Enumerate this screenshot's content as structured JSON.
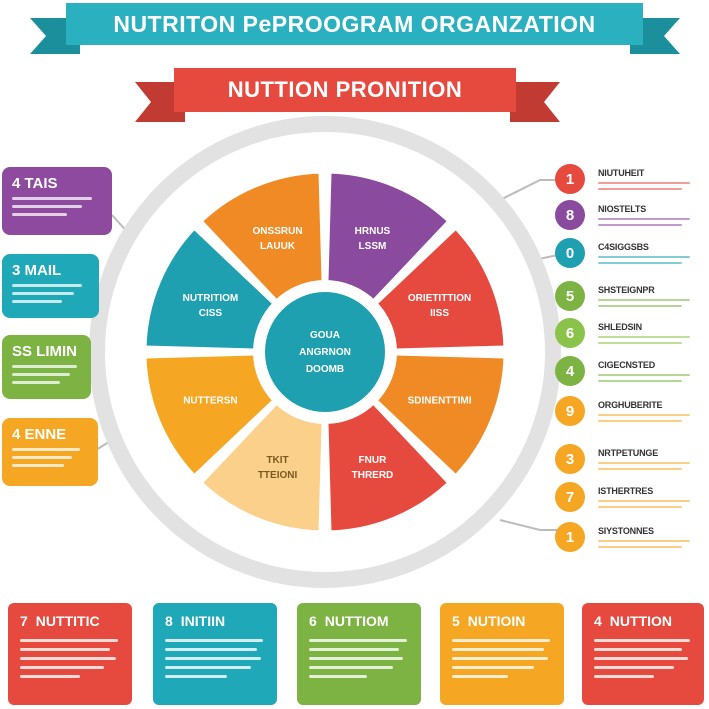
{
  "header": {
    "title": "NUTRITON PePROOGRAM ORGANZATION",
    "subtitle": "NUTTION PRONITION",
    "colors": {
      "title": "#2ab0bf",
      "subtitle": "#e64a3f"
    }
  },
  "wheel": {
    "center": [
      "GOUA",
      "ANGRNON",
      "DOOMB"
    ],
    "segments": [
      {
        "lines": [
          "ONSSRUN",
          "LAUUK"
        ],
        "color": "#f08a24"
      },
      {
        "lines": [
          "HRNUS",
          "LSSM"
        ],
        "color": "#8a4a9e"
      },
      {
        "lines": [
          "ORIETITTION",
          "IISS"
        ],
        "color": "#e64a3f"
      },
      {
        "lines": [
          "SDINENTTIMI"
        ],
        "color": "#f08a24"
      },
      {
        "lines": [
          "FNUR",
          "THRERD"
        ],
        "color": "#e64a3f"
      },
      {
        "lines": [
          "TKIT",
          "TTEIONI"
        ],
        "color": "#fbd08a"
      },
      {
        "lines": [
          "NUTTERSN"
        ],
        "color": "#f5a623"
      },
      {
        "lines": [
          "NUTRITIOM",
          "CISS"
        ],
        "color": "#1fa0b0"
      }
    ]
  },
  "left_boxes": [
    {
      "title": "4  TAIS",
      "color": "#8e4a9e"
    },
    {
      "title": "3  MAIL",
      "color": "#1fa8b8"
    },
    {
      "title": "SS LIMIN",
      "color": "#7cb342"
    },
    {
      "title": "4  ENNE",
      "color": "#f5a623"
    }
  ],
  "right_list": [
    {
      "num": "1",
      "label": "NIUTUHEIT",
      "color": "#e64a3f"
    },
    {
      "num": "8",
      "label": "NIOSTELTS",
      "color": "#8a4a9e"
    },
    {
      "num": "0",
      "label": "C4SIGGSBS",
      "color": "#1fa0b0"
    },
    {
      "num": "5",
      "label": "SHSTEIGNPR",
      "color": "#7cb342"
    },
    {
      "num": "6",
      "label": "SHLEDSIN",
      "color": "#8bc34a"
    },
    {
      "num": "4",
      "label": "CIGECNSTED",
      "color": "#7cb342"
    },
    {
      "num": "9",
      "label": "ORGHUBERITE",
      "color": "#f5a623"
    },
    {
      "num": "3",
      "label": "NRTPETUNGE",
      "color": "#f5a623"
    },
    {
      "num": "7",
      "label": "ISTHERTRES",
      "color": "#f5a623"
    },
    {
      "num": "1",
      "label": "SIYSTONNES",
      "color": "#f5a623"
    }
  ],
  "cards": [
    {
      "num": "7",
      "title": "NUTTITIC",
      "color": "#e64a3f"
    },
    {
      "num": "8",
      "title": "INITIIN",
      "color": "#1fa8b8"
    },
    {
      "num": "6",
      "title": "NUTTIOM",
      "color": "#7cb342"
    },
    {
      "num": "5",
      "title": "NUTIOIN",
      "color": "#f5a623"
    },
    {
      "num": "4",
      "title": "NUTTION",
      "color": "#e64a3f"
    }
  ]
}
